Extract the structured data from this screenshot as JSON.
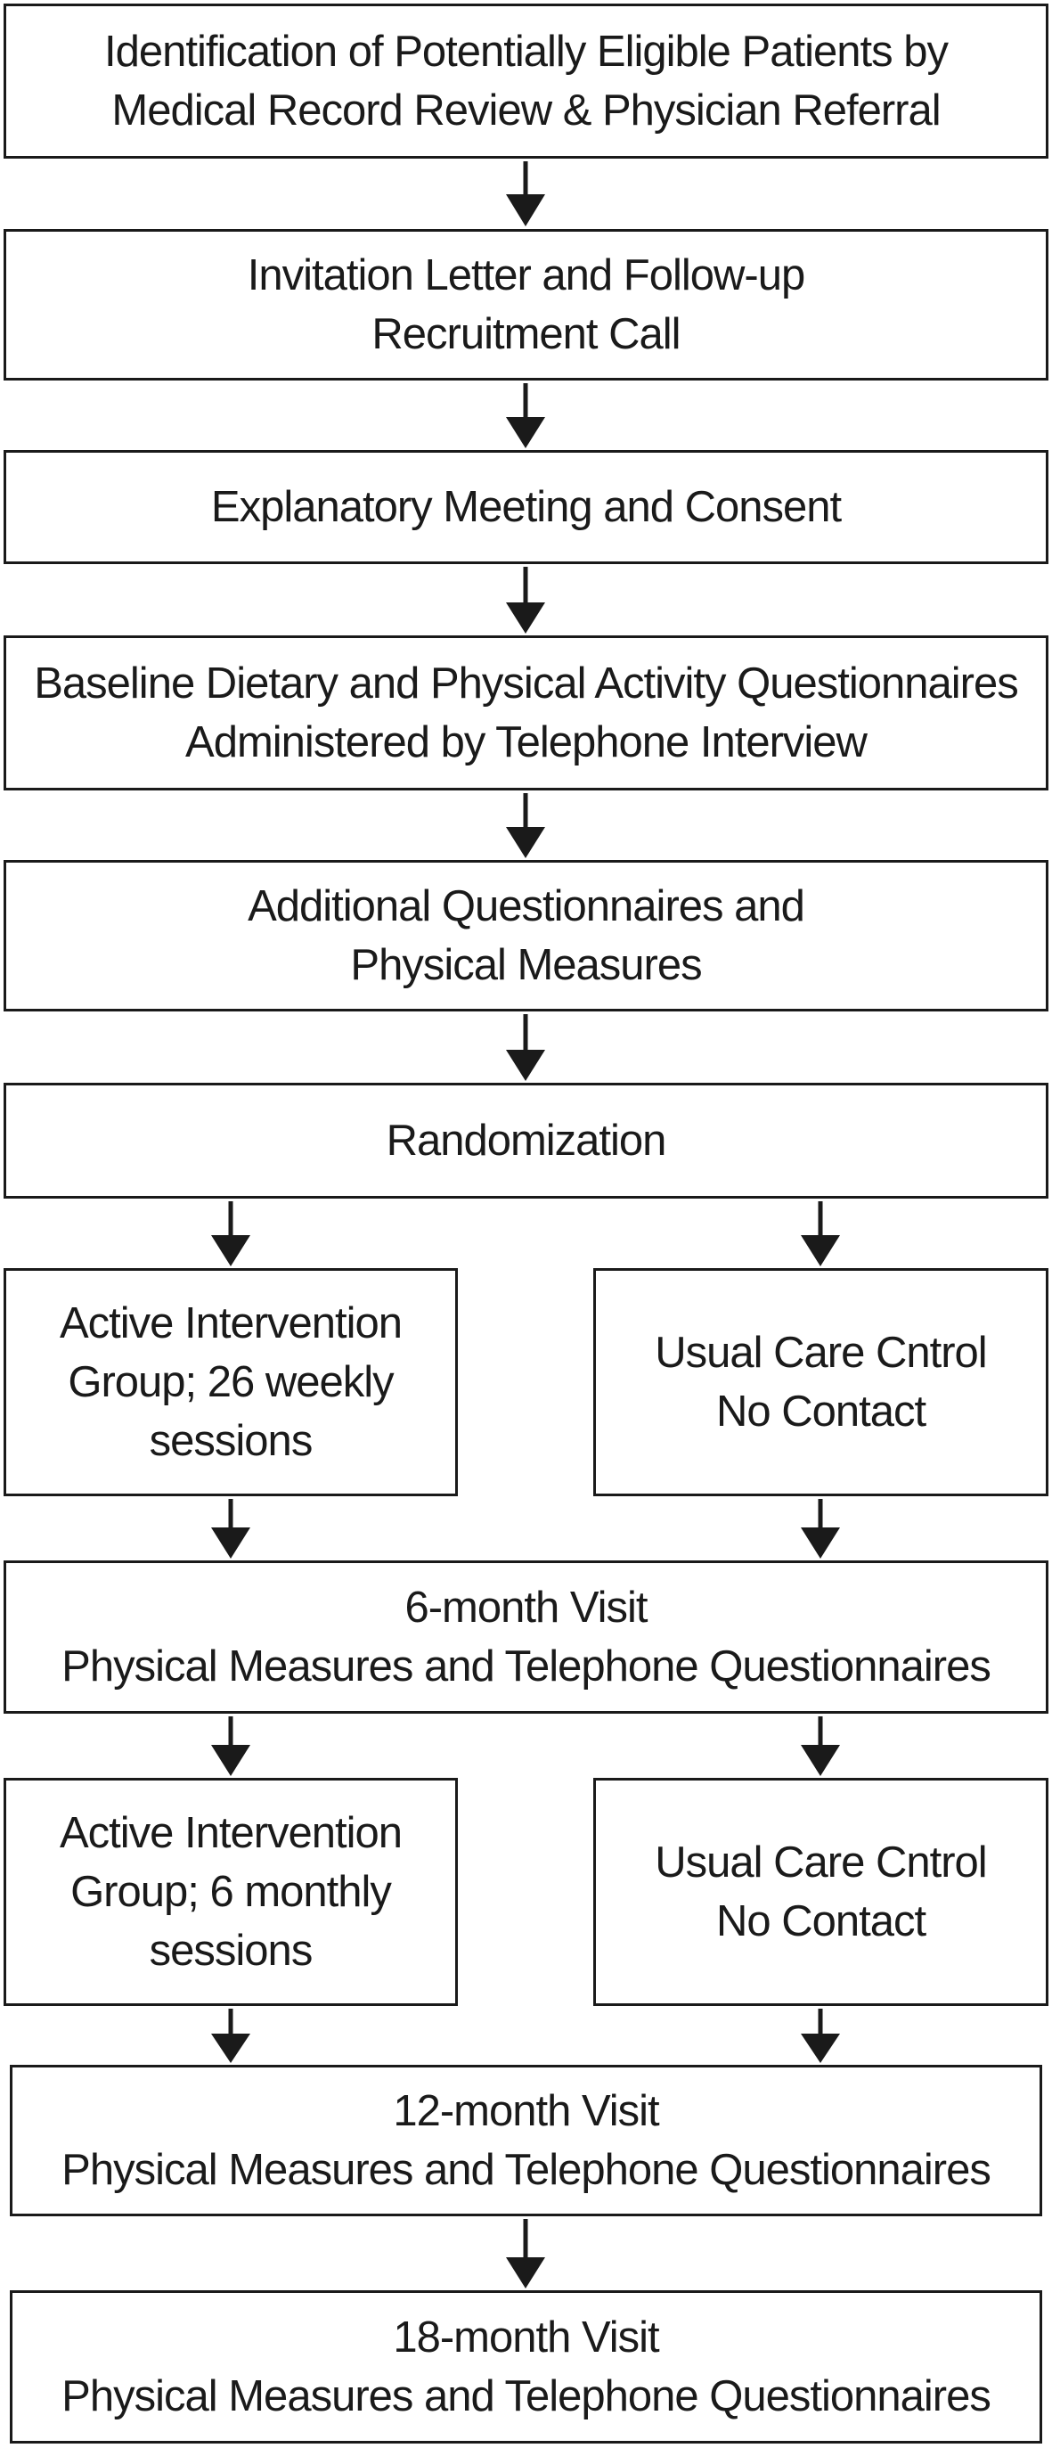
{
  "flowchart": {
    "step1": [
      "Identification of Potentially Eligible Patients by",
      "Medical Record Review & Physician Referral"
    ],
    "step2": [
      "Invitation Letter and Follow-up",
      "Recruitment Call"
    ],
    "step3": [
      "Explanatory Meeting and Consent"
    ],
    "step4": [
      "Baseline Dietary and Physical Activity Questionnaires",
      "Administered by Telephone Interview"
    ],
    "step5": [
      "Additional Questionnaires and",
      "Physical Measures"
    ],
    "step6": [
      "Randomization"
    ],
    "phase1_intervention": [
      "Active Intervention",
      "Group; 26 weekly",
      "sessions"
    ],
    "phase1_control": [
      "Usual Care Cntrol",
      "No Contact"
    ],
    "visit6": [
      "6-month Visit",
      "Physical Measures and Telephone Questionnaires"
    ],
    "phase2_intervention": [
      "Active Intervention",
      "Group; 6 monthly",
      "sessions"
    ],
    "phase2_control": [
      "Usual Care Cntrol",
      "No Contact"
    ],
    "visit12": [
      "12-month Visit",
      "Physical Measures and Telephone Questionnaires"
    ],
    "visit18": [
      "18-month Visit",
      "Physical Measures and Telephone Questionnaires"
    ]
  }
}
